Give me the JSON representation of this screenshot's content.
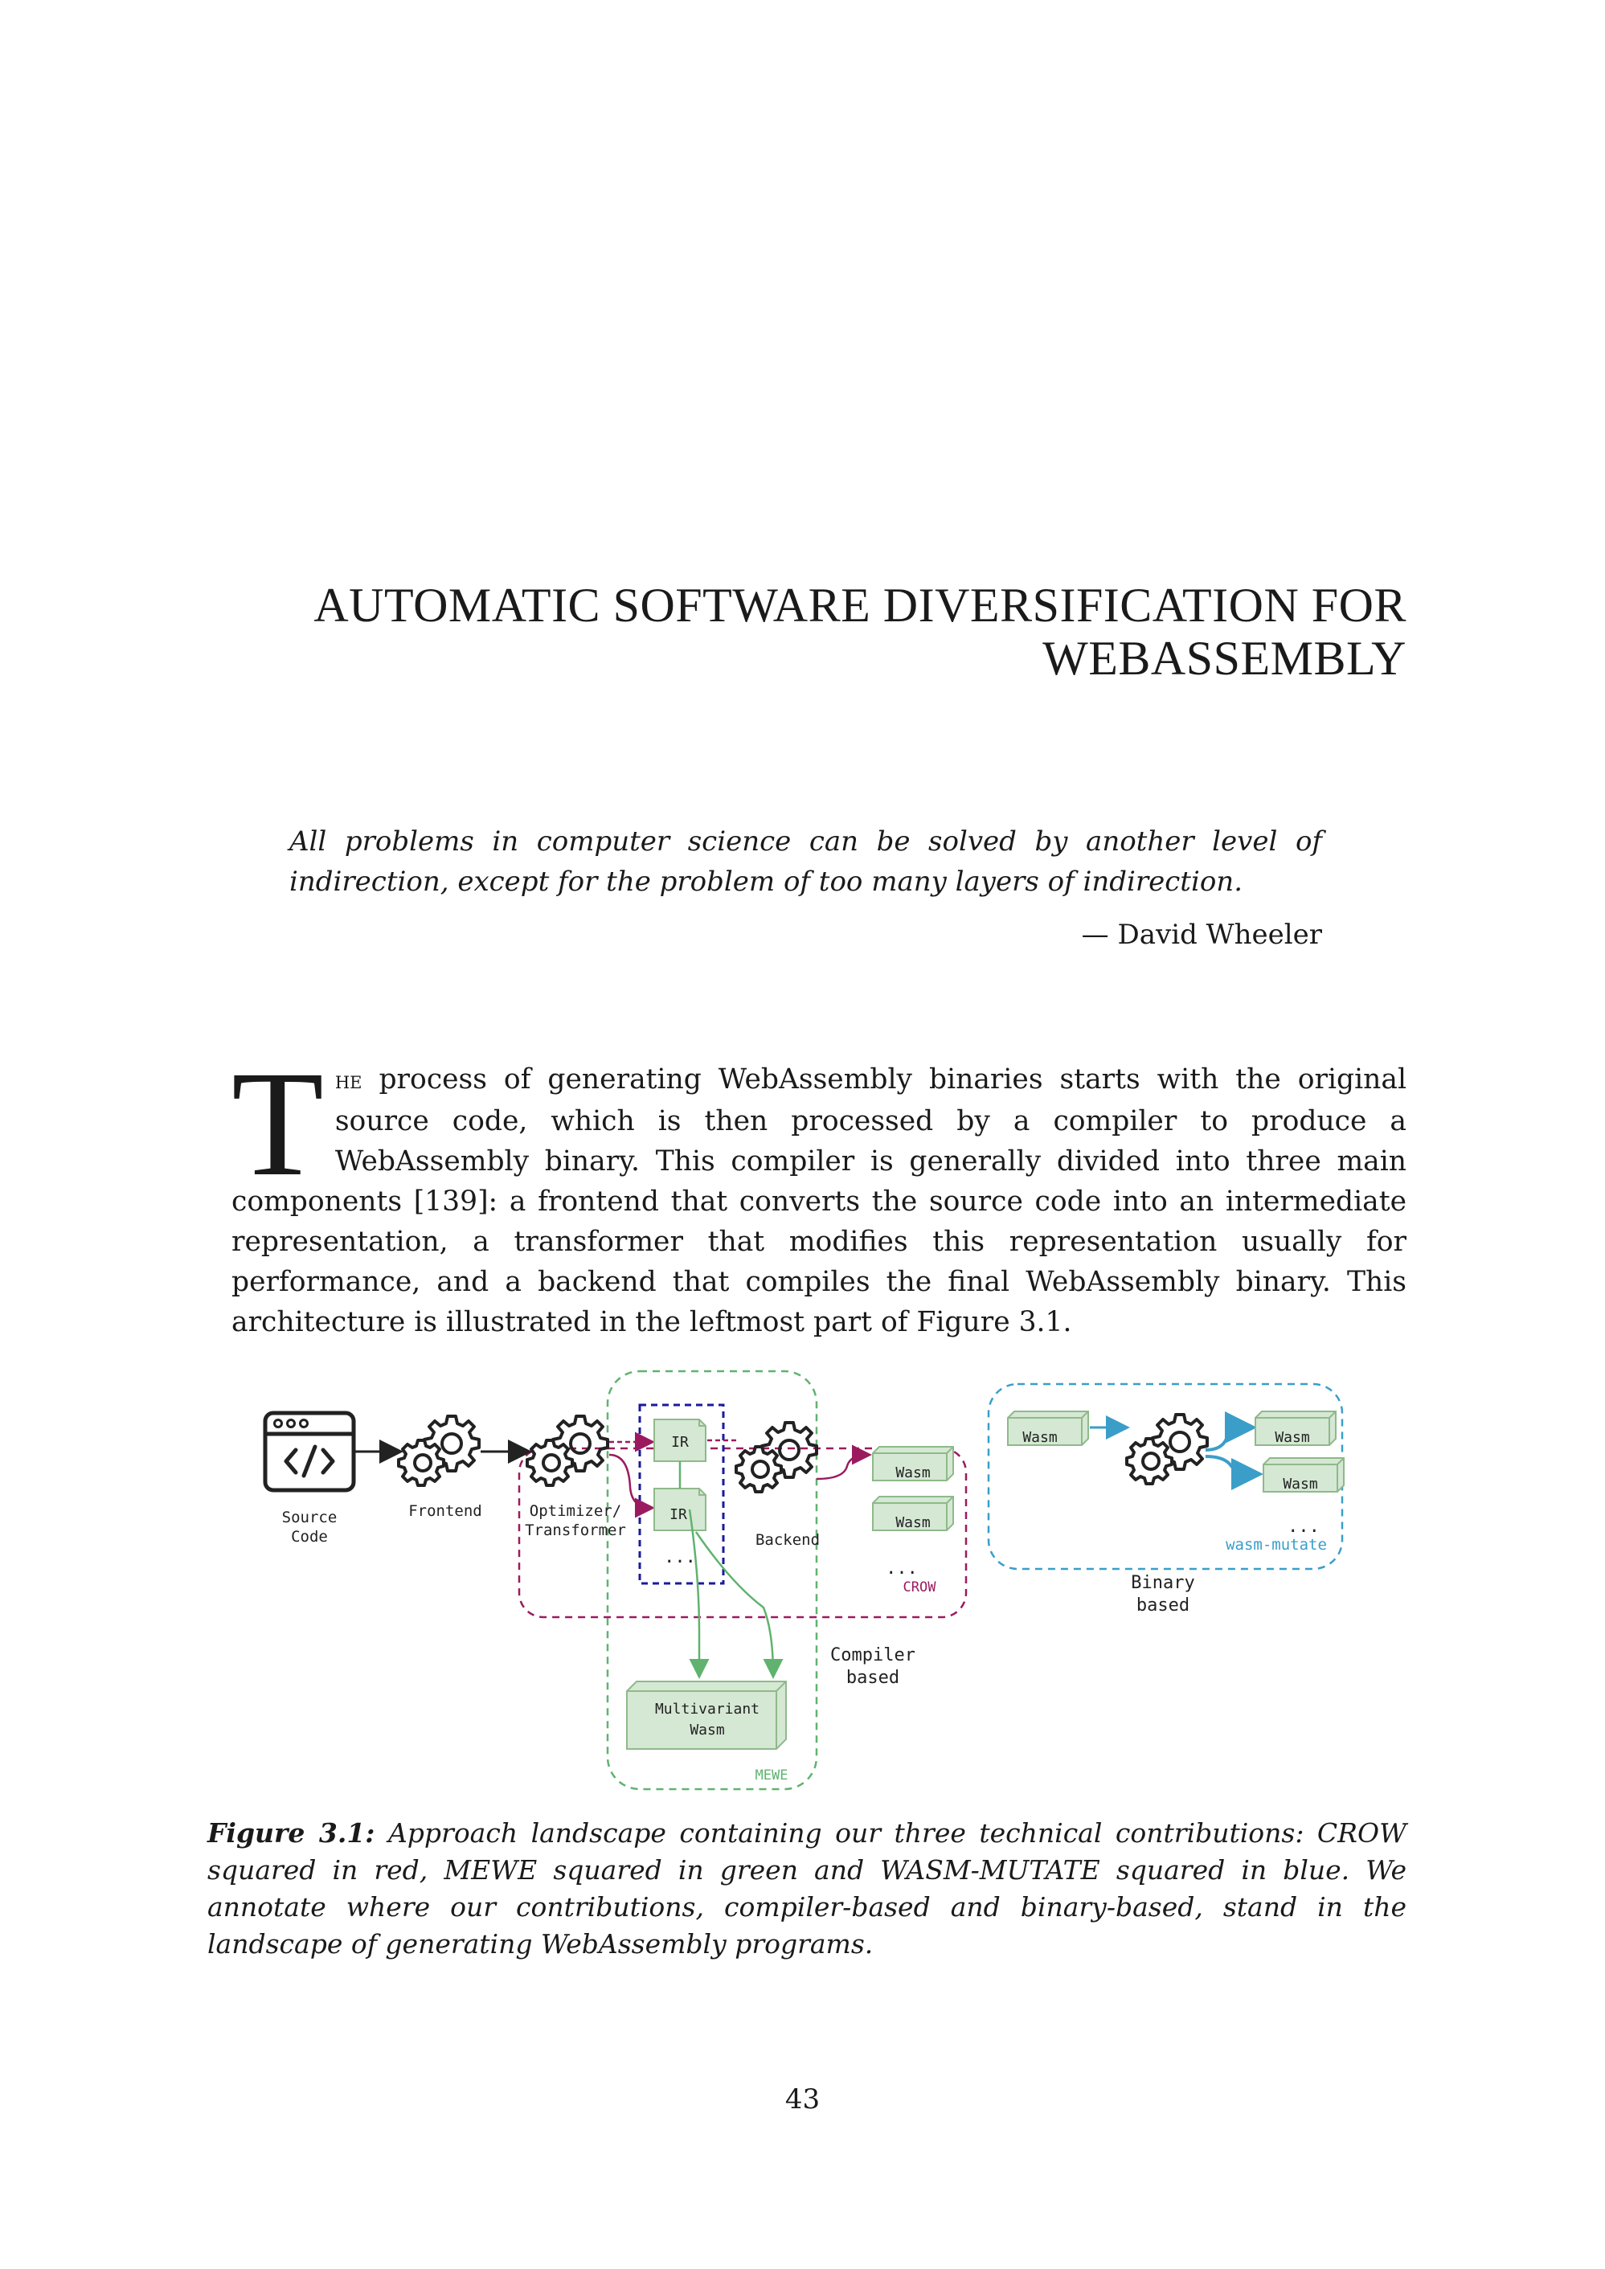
{
  "title": {
    "line1": "AUTOMATIC SOFTWARE DIVERSIFICATION FOR",
    "line2": "WEBASSEMBLY"
  },
  "epigraph": {
    "text": "All problems in computer science can be solved by another level of indirection, except for the problem of too many layers of indirection.",
    "attribution": "— David Wheeler"
  },
  "body": {
    "dropcap": "T",
    "smallcaps": "he",
    "text": " process of generating WebAssembly binaries starts with the original source code, which is then processed by a compiler to produce a WebAssembly binary. This compiler is generally divided into three main components [139]: a frontend that converts the source code into an intermediate representation, a transformer that modifies this representation usually for performance, and a backend that compiles the final WebAssembly binary. This architecture is illustrated in the leftmost part of Figure 3.1."
  },
  "figure": {
    "source_code": [
      "Source",
      "Code"
    ],
    "frontend": "Frontend",
    "optimizer": [
      "Optimizer/",
      "Transformer"
    ],
    "ir_top": "IR",
    "ir_bottom": "IR",
    "ir_ellipsis": "...",
    "backend": "Backend",
    "wasm_crow_1": "Wasm",
    "wasm_crow_2": "Wasm",
    "crow_ellipsis": "...",
    "crow_label": "CROW",
    "multivariant": [
      "Multivariant",
      "Wasm"
    ],
    "mewe_label": "MEWE",
    "compiler_based": [
      "Compiler",
      "based"
    ],
    "wasm_input": "Wasm",
    "wasm_out_1": "Wasm",
    "wasm_out_2": "Wasm",
    "binary_ellipsis": "...",
    "wasm_mutate_label": "wasm-mutate",
    "binary_based": [
      "Binary",
      "based"
    ],
    "colors": {
      "crow": "#9b1a5f",
      "mewe": "#5fb36f",
      "wasm_mutate": "#3a9ec9",
      "ir_box": "#1a1a9e",
      "box_fill": "#d5e8d4",
      "box_stroke": "#8fb98a"
    }
  },
  "caption": {
    "label": "Figure 3.1:",
    "text": " Approach landscape containing our three technical contributions: CROW squared in red, MEWE squared in green and WASM-MUTATE squared in blue. We annotate where our contributions, compiler-based and binary-based, stand in the landscape of generating WebAssembly programs."
  },
  "page_number": "43"
}
